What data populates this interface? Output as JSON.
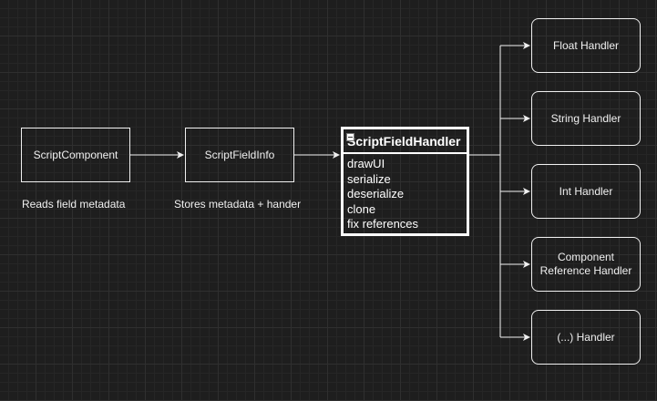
{
  "nodes": {
    "script_component": {
      "label": "ScriptComponent",
      "caption": "Reads field metadata"
    },
    "script_field_info": {
      "label": "ScriptFieldInfo",
      "caption": "Stores metadata + hander"
    },
    "script_field_handler": {
      "title": "ScriptFieldHandler",
      "methods": [
        "drawUI",
        "serialize",
        "deserialize",
        "clone",
        "fix references"
      ]
    }
  },
  "handlers": [
    {
      "label": "Float Handler"
    },
    {
      "label": "String Handler"
    },
    {
      "label": "Int Handler"
    },
    {
      "label": "Component\nReference Handler"
    },
    {
      "label": "(...) Handler"
    }
  ],
  "colors": {
    "background": "#1e1e1e",
    "grid": "#2f2f2f",
    "stroke": "#f0f0f0"
  }
}
